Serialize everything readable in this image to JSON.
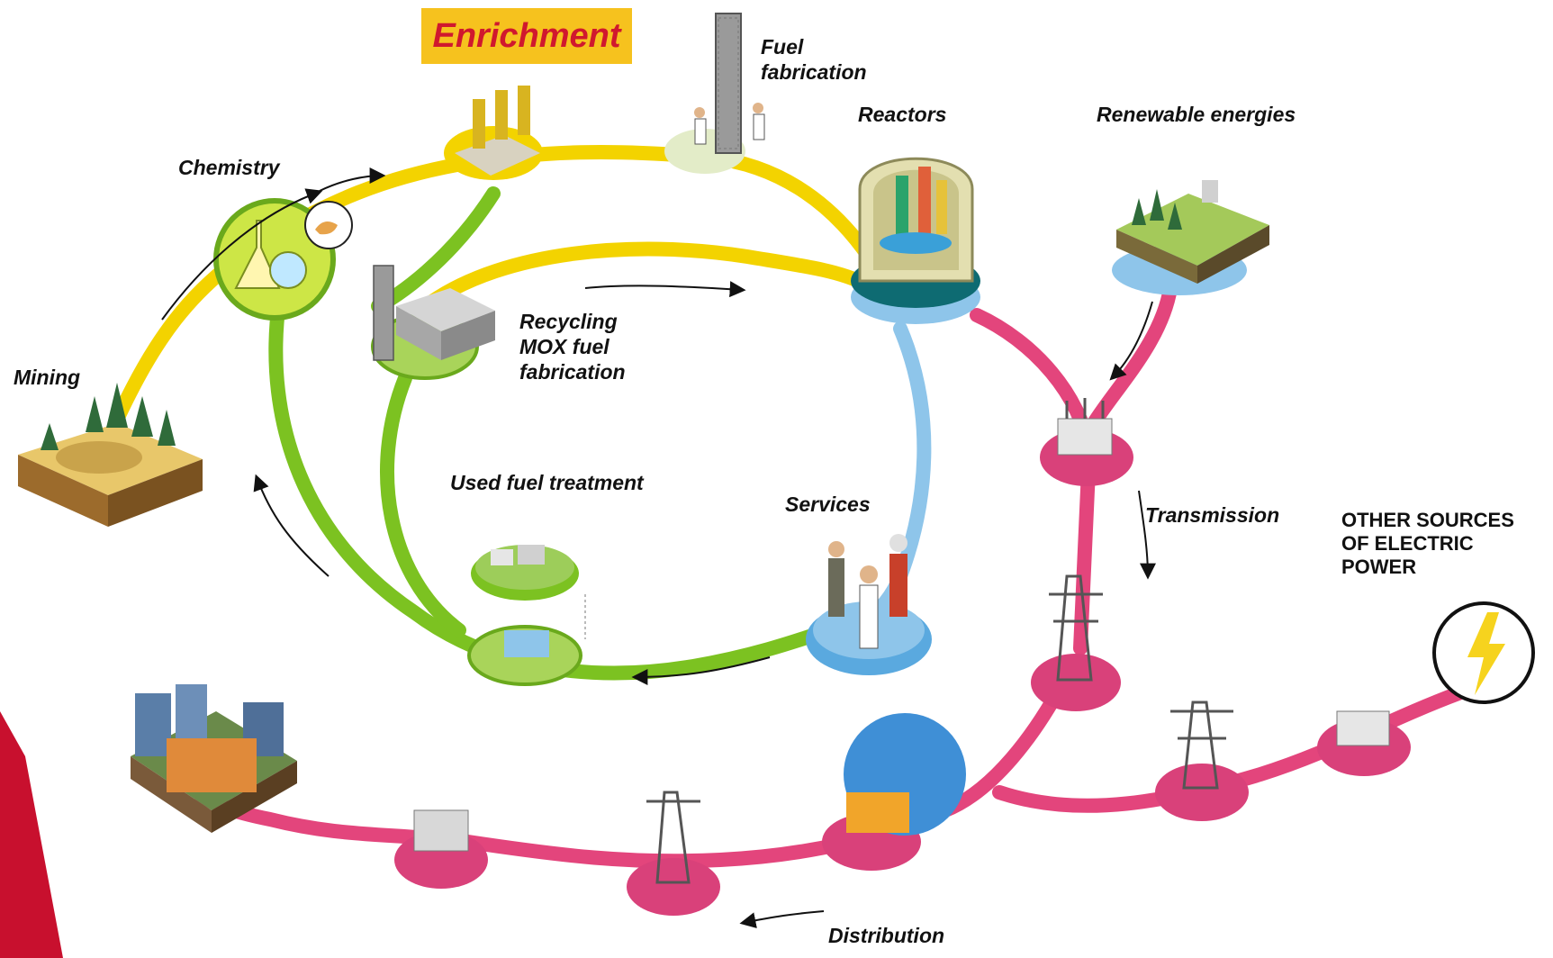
{
  "labels": {
    "enrichment": "Enrichment",
    "fuel_fabrication": [
      "Fuel",
      "fabrication"
    ],
    "reactors": "Reactors",
    "renewable_energies": "Renewable energies",
    "chemistry": "Chemistry",
    "mining": "Mining",
    "recycling": [
      "Recycling",
      "MOX fuel",
      "fabrication"
    ],
    "used_fuel_treatment": "Used fuel treatment",
    "services": "Services",
    "transmission": "Transmission",
    "other_sources": [
      "OTHER SOURCES",
      "OF ELECTRIC",
      "POWER"
    ],
    "distribution": "Distribution"
  },
  "colors": {
    "front_end_loop": "#f3d300",
    "back_end_loop": "#7cc221",
    "services_loop": "#8ec5ea",
    "grid_network": "#e3457c",
    "node_pink": "#d9417a",
    "accent_red": "#c8102e",
    "enrichment_highlight": "#f6c21e",
    "enrichment_text": "#d0182e"
  },
  "icons": {
    "mining": "mining-site-icon",
    "chemistry": "flask-icon",
    "enrichment": "centrifuge-icon",
    "fuel_fabrication": "fuel-assembly-icon",
    "reactors": "reactor-vessel-icon",
    "recycling": "mox-fuel-icon",
    "used_fuel_treatment": "treatment-plant-icon",
    "services": "engineers-icon",
    "renewable_energies": "renewable-landscape-icon",
    "substation": "transformer-icon",
    "pylon": "pylon-icon",
    "control_center": "control-globe-icon",
    "city": "city-icon",
    "meters": "meter-cabinet-icon",
    "other_sources": "lightning-bolt-icon"
  }
}
